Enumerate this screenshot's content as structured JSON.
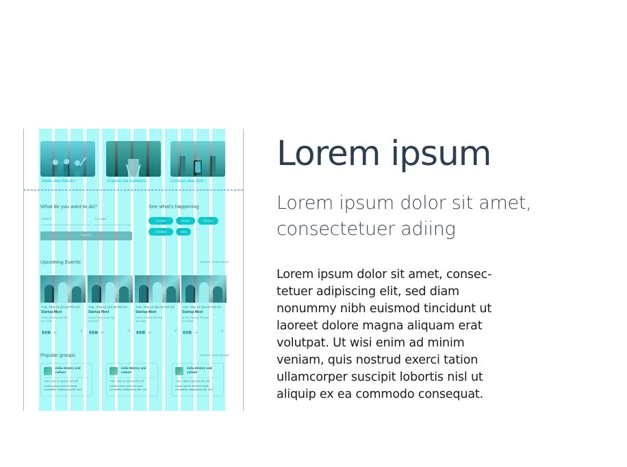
{
  "slide": {
    "title": "Lorem ipsum",
    "subtitle": "Lorem ipsum dolor sit amet, consectetuer adiing",
    "body": "Lorem ipsum dolor sit amet, consec-\ntetuer adipiscing elit, sed diam\nnonummy nibh euismod tincidunt ut\nlaoreet dolore magna aliquam erat\nvolutpat. Ut wisi enim ad minim\nveniam, quis nostrud exerci tation\nullamcorper suscipit lobortis nisl ut\naliquip ex ea commodo consequat."
  },
  "mockup": {
    "hero_links": [
      "Make new friends",
      "Explore the outdoors",
      "Connect over tech"
    ],
    "search_section": {
      "title": "What do you want to do?",
      "search_placeholder": "Search",
      "location_placeholder": "Location",
      "button_label": "Search"
    },
    "happening": {
      "title": "See what's happening",
      "pills": [
        "Events",
        "Online",
        "Places",
        "Activities",
        "Jobs"
      ]
    },
    "upcoming": {
      "title": "Upcoming Events",
      "explore_link": "Explore more events",
      "events": [
        {
          "date": "TUE, FEB 18 @5:30 PM IST",
          "name": "Startup Meet",
          "org": "Indian Startup Meetup and Q&A",
          "attendees": "45"
        },
        {
          "date": "TUE, FEB 18 @5:30 PM IST",
          "name": "Startup Meet",
          "org": "Indian Startup Meetup and Q&A",
          "attendees": "45"
        },
        {
          "date": "TUE, FEB 18 @5:30 PM IST",
          "name": "Startup Meet",
          "org": "Indian Startup Meetup and Q&A",
          "attendees": "45"
        },
        {
          "date": "TUE, FEB 18 @5:30 PM IST",
          "name": "Startup Meet",
          "org": "Indian Startup Meetup and Q&A",
          "attendees": "45"
        }
      ]
    },
    "groups": {
      "title": "Popular groups",
      "explore_link": "Explore more groups",
      "items": [
        {
          "name": "India History and culture",
          "date": "TUE, FEB 18 @5:30 PM IST",
          "desc": "Lorem ipsum dolor sit amet, consetetur sadipscing elitr, sed"
        },
        {
          "name": "India History and culture",
          "date": "TUE, FEB 18 @5:30 PM IST",
          "desc": "Lorem ipsum dolor sit amet, consetetur sadipscing elitr, sed"
        },
        {
          "name": "India History and culture",
          "date": "TUE, FEB 18 @5:30 PM IST",
          "desc": "Lorem ipsum dolor sit amet, consetetur sadipscing elitr, sed"
        }
      ]
    }
  },
  "colors": {
    "accent": "#17b7bd",
    "link": "#1aa8b4",
    "grid_overlay": "#00eeee",
    "title": "#2c3e4f"
  }
}
